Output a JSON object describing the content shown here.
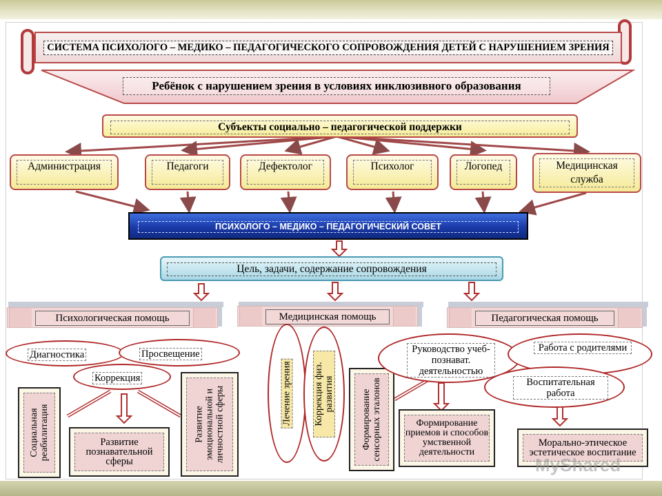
{
  "title": "СИСТЕМА ПСИХОЛОГО – МЕДИКО – ПЕДАГОГИЧЕСКОГО СОПРОВОЖДЕНИЯ ДЕТЕЙ С НАРУШЕНИЕМ ЗРЕНИЯ",
  "child": "Ребёнок с нарушением зрения в условиях инклюзивного образования",
  "subjects": "Субъекты социально – педагогической поддержки",
  "specialists": [
    "Администрация",
    "Педагоги",
    "Дефектолог",
    "Психолог",
    "Логопед",
    "Медицинская служба"
  ],
  "council": "ПСИХОЛОГО – МЕДИКО – ПЕДАГОГИЧЕСКИЙ СОВЕТ",
  "goal": "Цель, задачи, содержание сопровождения",
  "sections": [
    "Психологическая помощь",
    "Медицинская помощь",
    "Педагогическая помощь"
  ],
  "psych": {
    "ovals": [
      "Диагностика",
      "Просвещение",
      "Коррекция"
    ],
    "boxes": [
      "Социальная реабилитация",
      "Развитие познавательной сферы",
      "Развитие эмоциональной и личностной сферы"
    ]
  },
  "med": {
    "ovals": [
      "Лечение зрения",
      "Коррекция физ. развития"
    ]
  },
  "ped": {
    "ovals": [
      "Руководство учеб-познават. деятельностью",
      "Работа с родителями",
      "Воспитательная работа"
    ],
    "boxes": [
      "Формирование сенсорных эталонов",
      "Формирование приемов и способов умственной деятельности",
      "Морально-этическое эстетическое воспитание"
    ]
  },
  "watermark": "MyShared",
  "colors": {
    "border_red": "#b84848",
    "council_blue": "#1a3aa8",
    "arrow_red": "#b03030"
  }
}
